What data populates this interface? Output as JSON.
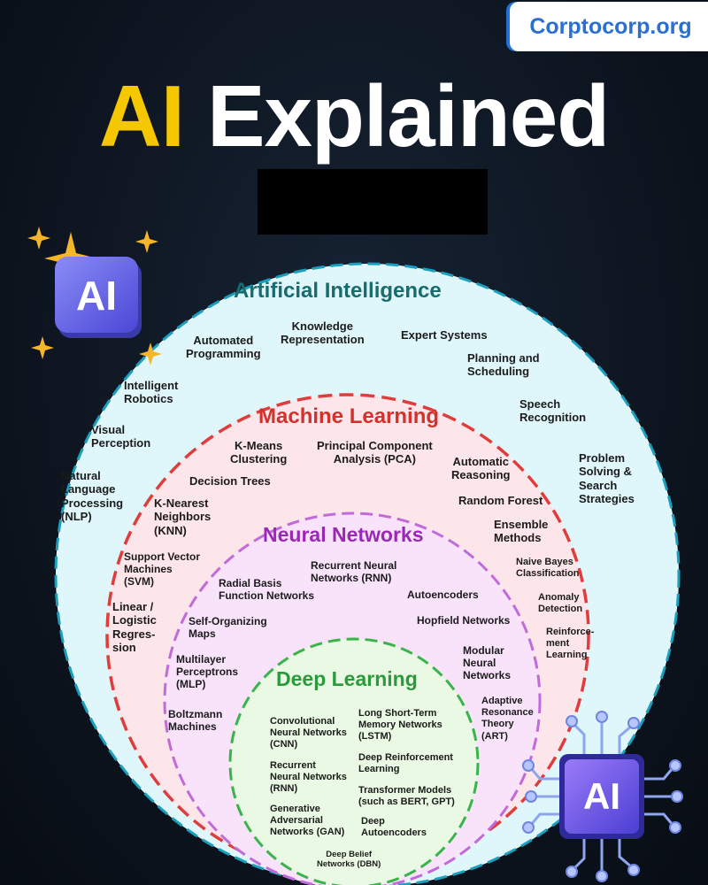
{
  "brand": "Corptocorp.org",
  "title": {
    "part1": "AI",
    "part2": "Explained"
  },
  "badge_text": "AI",
  "colors": {
    "background": "#0d1520",
    "title_accent": "#f4c700",
    "ai_ring": "#1b9fbf",
    "ai_fill": "#dff6fb",
    "ai_heading": "#176c6e",
    "ml_ring": "#e03c3c",
    "ml_fill": "#fde6ea",
    "ml_heading": "#d4312c",
    "nn_ring": "#c06bd9",
    "nn_fill": "#f8e3fb",
    "nn_heading": "#9b27b5",
    "dl_ring": "#39b44a",
    "dl_fill": "#e9f9e3",
    "dl_heading": "#2c9a3c"
  },
  "icons": [
    "sparkle-icon",
    "ai-badge-icon",
    "ai-chip-icon"
  ],
  "circles": {
    "ai": {
      "heading": "Artificial Intelligence",
      "items": [
        {
          "text": "Automated\nProgramming"
        },
        {
          "text": "Knowledge\nRepresentation"
        },
        {
          "text": "Expert Systems"
        },
        {
          "text": "Planning and\nScheduling"
        },
        {
          "text": "Intelligent\nRobotics"
        },
        {
          "text": "Speech\nRecognition"
        },
        {
          "text": "Visual\nPerception"
        },
        {
          "text": "Problem\nSolving &\nSearch\nStrategies"
        },
        {
          "text": "Natural\nLanguage\nProcessing\n(NLP)"
        }
      ]
    },
    "ml": {
      "heading": "Machine Learning",
      "items": [
        {
          "text": "K-Means\nClustering"
        },
        {
          "text": "Principal Component\nAnalysis (PCA)"
        },
        {
          "text": "Automatic\nReasoning"
        },
        {
          "text": "Decision Trees"
        },
        {
          "text": "K-Nearest\nNeighbors\n(KNN)"
        },
        {
          "text": "Random Forest"
        },
        {
          "text": "Ensemble\nMethods"
        },
        {
          "text": "Support Vector\nMachines\n(SVM)"
        },
        {
          "text": "Naive Bayes\nClassification"
        },
        {
          "text": "Linear /\nLogistic\nRegres-\nsion"
        },
        {
          "text": "Anomaly\nDetection"
        },
        {
          "text": "Reinforce-\nment\nLearning"
        }
      ]
    },
    "nn": {
      "heading": "Neural Networks",
      "items": [
        {
          "text": "Recurrent Neural\nNetworks (RNN)"
        },
        {
          "text": "Radial Basis\nFunction Networks"
        },
        {
          "text": "Autoencoders"
        },
        {
          "text": "Self-Organizing\nMaps"
        },
        {
          "text": "Hopfield Networks"
        },
        {
          "text": "Multilayer\nPerceptrons\n(MLP)"
        },
        {
          "text": "Modular\nNeural\nNetworks"
        },
        {
          "text": "Boltzmann\nMachines"
        },
        {
          "text": "Adaptive\nResonance\nTheory\n(ART)"
        }
      ]
    },
    "dl": {
      "heading": "Deep Learning",
      "items": [
        {
          "text": "Convolutional\nNeural Networks\n(CNN)"
        },
        {
          "text": "Long Short-Term\nMemory Networks\n(LSTM)"
        },
        {
          "text": "Deep Reinforcement\nLearning"
        },
        {
          "text": "Recurrent\nNeural Networks\n(RNN)"
        },
        {
          "text": "Transformer Models\n(such as BERT, GPT)"
        },
        {
          "text": "Generative\nAdversarial\nNetworks (GAN)"
        },
        {
          "text": "Deep\nAutoencoders"
        },
        {
          "text": "Deep Belief\nNetworks (DBN)"
        }
      ]
    }
  }
}
